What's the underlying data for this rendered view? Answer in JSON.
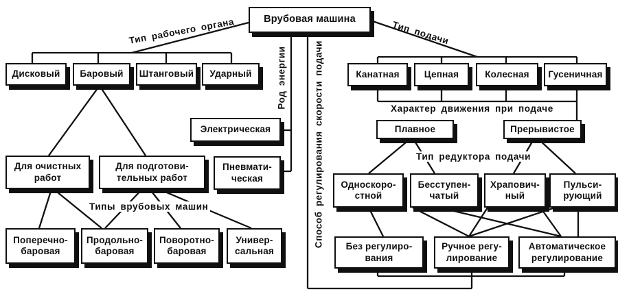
{
  "diagram": {
    "root_label": "Врубовая машина",
    "edge_labels": {
      "working_organ": "Тип рабочего органа",
      "feed_type": "Тип подачи",
      "energy_kind": "Род энергии",
      "speed_regulation": "Способ регулирования скорости подачи",
      "motion_character": "Характер движения при подаче",
      "reducer_type": "Тип редуктора подачи",
      "machine_types": "Типы врубовых машин"
    },
    "working_organ_types": [
      "Дисковый",
      "Баровый",
      "Штанговый",
      "Ударный"
    ],
    "energy_types": [
      "Электрическая",
      "Пневмати-\nческая"
    ],
    "purpose_types": [
      "Для очистных\nработ",
      "Для подготови-\nтельных работ"
    ],
    "machine_type_items": [
      "Поперечно-\nбаровая",
      "Продольно-\nбаровая",
      "Поворотно-\nбаровая",
      "Универ-\nсальная"
    ],
    "feed_types": [
      "Канатная",
      "Цепная",
      "Колесная",
      "Гусеничная"
    ],
    "motion_types": [
      "Плавное",
      "Прерывистое"
    ],
    "reducer_types": [
      "Односкоро-\nстной",
      "Бесступен-\nчатый",
      "Храпович-\nный",
      "Пульси-\nрующий"
    ],
    "regulation_types": [
      "Без регулиро-\nвания",
      "Ручное регу-\nлирование",
      "Автоматическое\nрегулирование"
    ],
    "colors": {
      "line": "#101010",
      "box_background": "#ffffff",
      "box_shadow": "#101010",
      "text": "#101010",
      "page_background": "#ffffff"
    }
  }
}
